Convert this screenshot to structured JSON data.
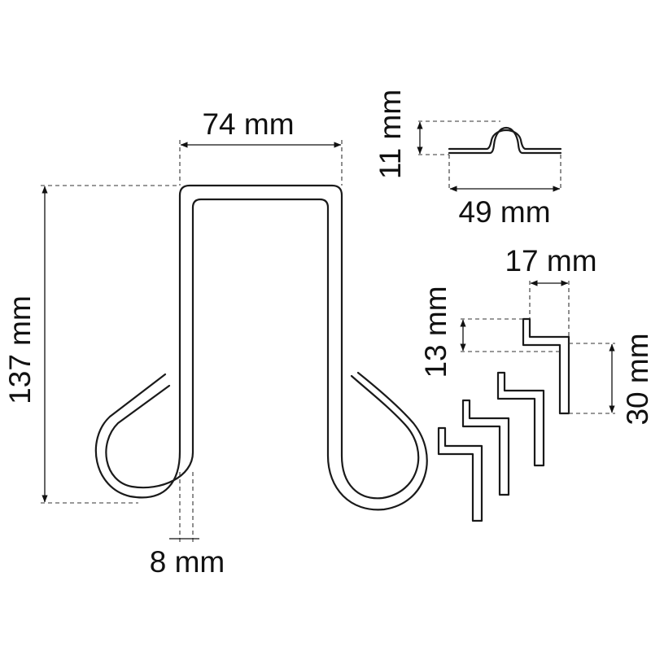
{
  "dimensions": {
    "width_hook": "74 mm",
    "height_hook": "137 mm",
    "wire_diameter": "8 mm",
    "rail_height": "11 mm",
    "rail_width": "49 mm",
    "clip_width": "17 mm",
    "clip_step": "13 mm",
    "clip_height": "30 mm"
  }
}
